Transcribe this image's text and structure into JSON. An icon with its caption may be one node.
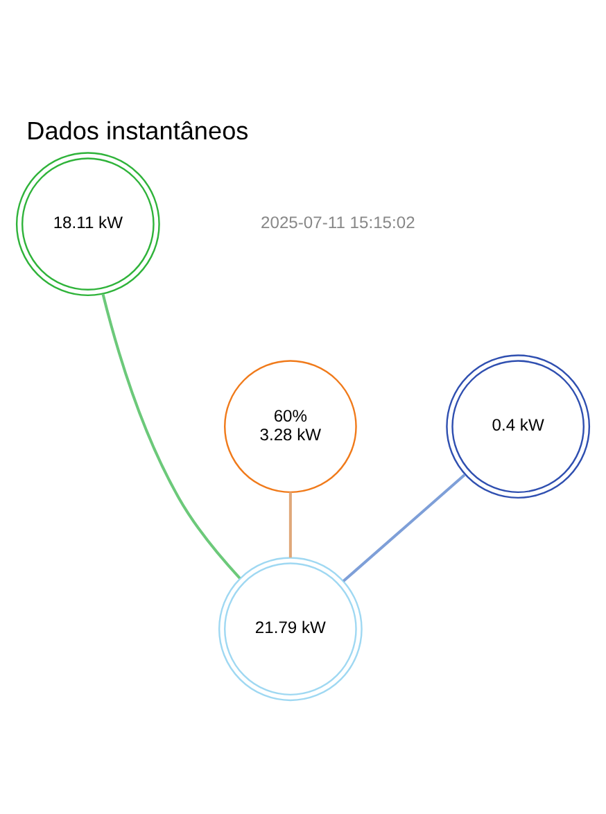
{
  "diagram": {
    "title": "Dados instantâneos",
    "nodes": [
      {
        "text": [
          "18.11 kW"
        ]
      },
      {
        "text": [
          "60%",
          "3.28 kW"
        ]
      },
      {
        "text": [
          "0.4 kW"
        ]
      },
      {
        "text": [
          "21.79 kW"
        ]
      }
    ],
    "edges": [
      {
        "from": 0,
        "to": 3,
        "arrow": "none",
        "color": "#6cc97a"
      },
      {
        "from": 1,
        "to": 3,
        "arrow": "none",
        "color": "#e0a87a"
      },
      {
        "from": 2,
        "to": 3,
        "arrow": "none",
        "color": "#7e9fd8"
      }
    ],
    "labels": [
      "2025-07-11 15:15:02"
    ]
  }
}
